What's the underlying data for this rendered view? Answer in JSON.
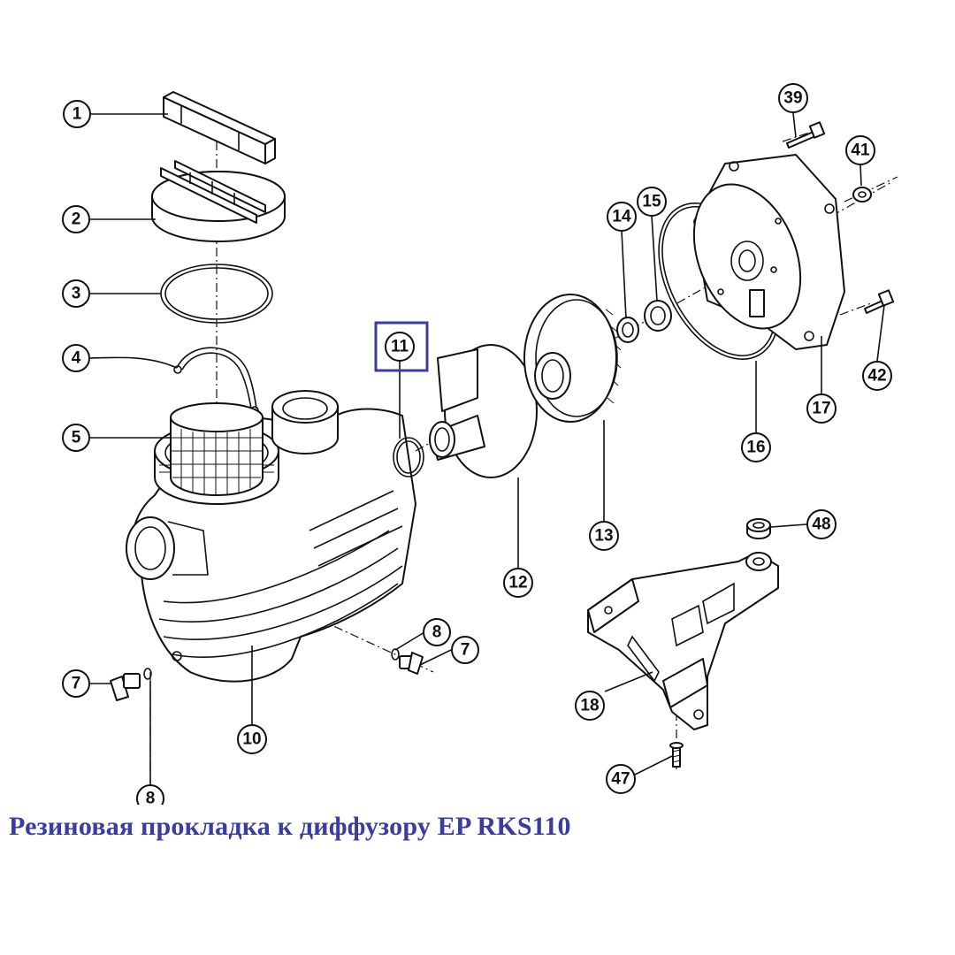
{
  "caption": "Резиновая прокладка к диффузору EP RKS110",
  "highlight_color": "#3a3c9e",
  "highlighted_part": "11",
  "callouts": {
    "c1": "1",
    "c2": "2",
    "c3": "3",
    "c4": "4",
    "c5": "5",
    "c7a": "7",
    "c7b": "7",
    "c8a": "8",
    "c8b": "8",
    "c10": "10",
    "c11": "11",
    "c12": "12",
    "c13": "13",
    "c14": "14",
    "c15": "15",
    "c16": "16",
    "c17": "17",
    "c18": "18",
    "c39": "39",
    "c41": "41",
    "c42": "42",
    "c47": "47",
    "c48": "48"
  }
}
